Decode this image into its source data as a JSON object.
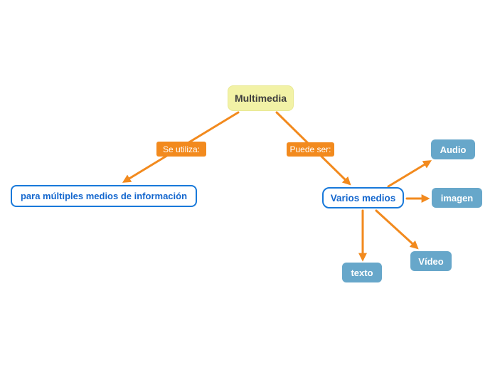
{
  "diagram": {
    "root_label": "Multimedia",
    "edge_labels": {
      "se_utiliza": "Se utiliza:",
      "puede_ser": "Puede ser:"
    },
    "nodes": {
      "para": "para múltiples medios de información",
      "varios": "Varios medios",
      "audio": "Audio",
      "imagen": "imagen",
      "video": "Vídeo",
      "texto": "texto"
    },
    "colors": {
      "connector_orange": "#F28A1E",
      "root_fill_yellow": "#F2F2A6",
      "outline_blue": "#1879DA",
      "node_text_blue": "#1467CE",
      "media_fill_blue": "#67A7CA",
      "root_text": "#3D3D3D",
      "background": "#FFFFFF"
    }
  }
}
